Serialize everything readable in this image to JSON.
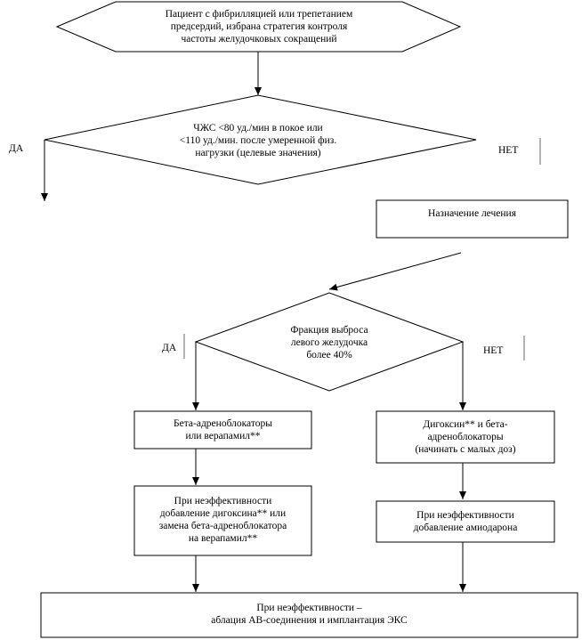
{
  "nodes": {
    "start": "Пациент с фибрилляцией или трепетанием\nпредсердий, избрана стратегия контроля\nчастоты желудочковых сокращений",
    "decision_hr": "ЧЖС <80 уд./мин в покое или\n<110 уд./мин. после умеренной физ.\nнагрузки (целевые значения)",
    "treatment": "Назначение лечения",
    "decision_ef": "Фракция выброса\nлевого желудочка\nболее 40%",
    "beta": "Бета-адреноблокаторы\nили верапамил**",
    "digoxin_beta": "Дигоксин** и бета-\nадреноблокаторы\n(начинать с малых доз)",
    "left_ineff": "При неэффективности\nдобавление дигоксина** или\nзамена бета-адреноблокатора\nна верапамил**",
    "right_ineff": "При неэффективности\nдобавление амиодарона",
    "final": "При неэффективности –\nаблация АВ-соединения и имплантация ЭКС"
  },
  "labels": {
    "yes_top": "ДА",
    "no_top": "НЕТ",
    "yes_mid": "ДА",
    "no_mid": "НЕТ"
  }
}
